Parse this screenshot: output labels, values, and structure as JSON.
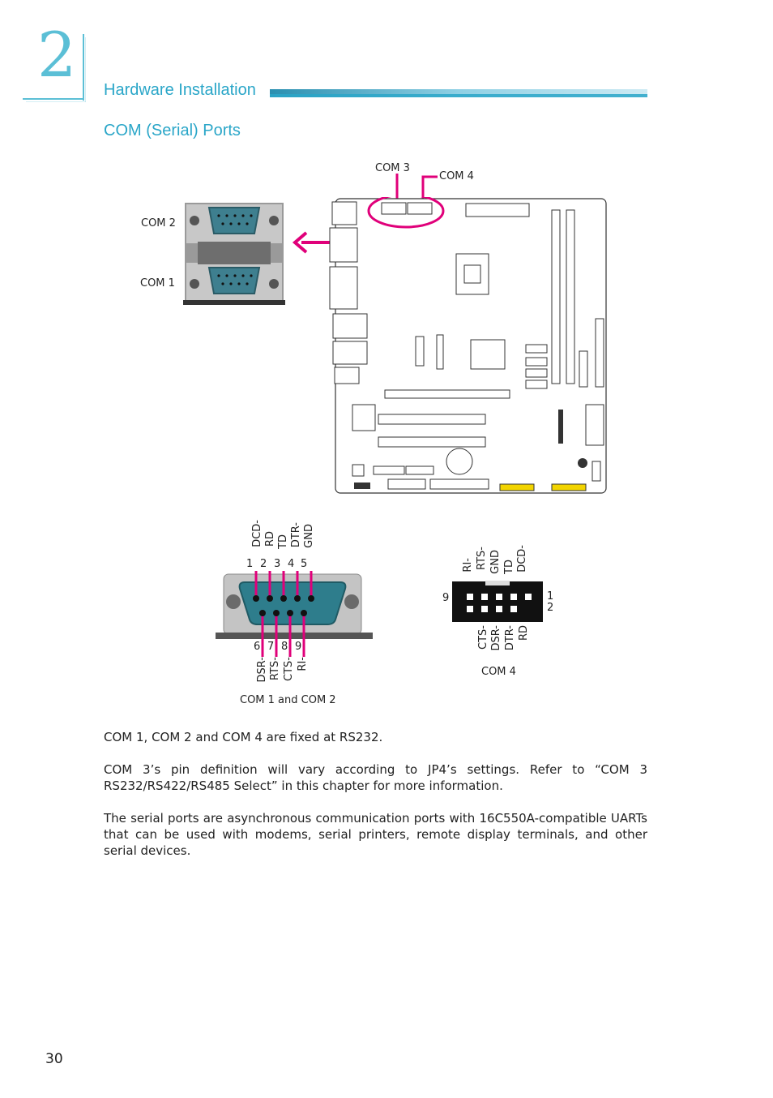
{
  "chapter": {
    "number": "2",
    "title": "Hardware Installation"
  },
  "section": {
    "title": "COM (Serial) Ports"
  },
  "board_labels": {
    "com3": "COM 3",
    "com4": "COM 4",
    "com2": "COM 2",
    "com1": "COM 1"
  },
  "db9": {
    "top_pin_numbers": [
      "1",
      "2",
      "3",
      "4",
      "5"
    ],
    "top_signals": [
      "DCD-",
      "RD",
      "TD",
      "DTR-",
      "GND"
    ],
    "bottom_pin_numbers": [
      "6",
      "7",
      "8",
      "9"
    ],
    "bottom_signals": [
      "DSR-",
      "RTS-",
      "CTS-",
      "RI-"
    ],
    "caption": "COM 1 and COM 2"
  },
  "header10": {
    "top_signals": [
      "RI-",
      "RTS-",
      "GND",
      "TD",
      "DCD-"
    ],
    "bottom_signals": [
      "CTS-",
      "DSR-",
      "DTR-",
      "RD"
    ],
    "left_pin": "9",
    "right_pin_top": "1",
    "right_pin_bottom": "2",
    "caption": "COM 4"
  },
  "paragraphs": [
    "COM 1, COM 2 and COM 4 are fixed at RS232.",
    "COM 3’s pin definition will vary according to JP4’s settings. Refer to “COM 3 RS232/RS422/RS485 Select” in this chapter for more information.",
    "The serial ports are asynchronous communication ports with 16C550A-compatible UARTs that can be used with modems, serial printers, remote display terminals, and other serial devices."
  ],
  "page_number": "30",
  "colors": {
    "accent": "#2aa6c8",
    "magenta": "#e0007a",
    "connector_blue": "#2e7d8c"
  }
}
